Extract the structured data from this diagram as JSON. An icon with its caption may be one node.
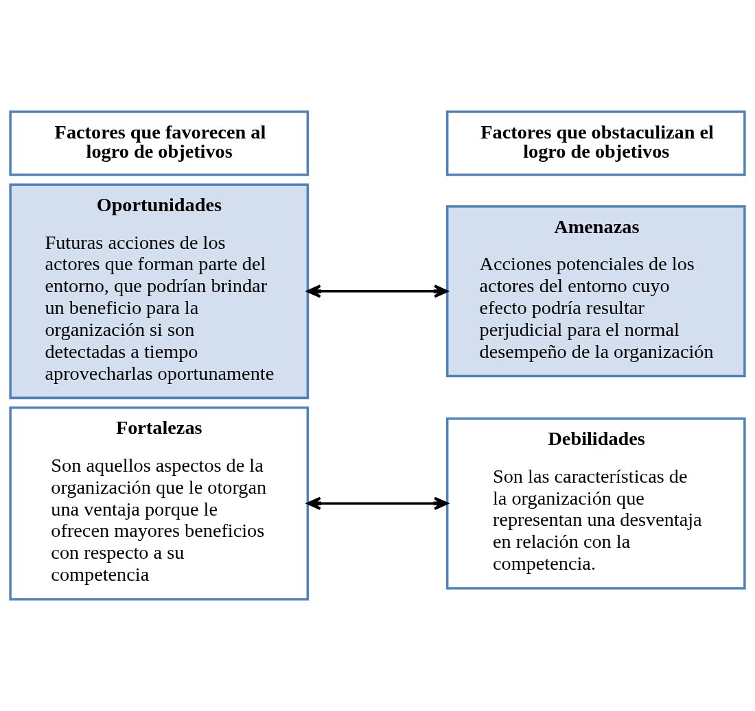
{
  "diagram": {
    "nodes": [
      {
        "text": [
          "Factores que favorecen al logro de objetivos"
        ]
      },
      {
        "text": [
          "Oportunidades",
          "Futuras acciones de los actores que forman parte del entorno, que podrían brindar un beneficio para la organización si son detectadas a tiempo aprovecharlas oportunamente"
        ]
      },
      {
        "text": [
          "Fortalezas",
          "Son aquellos aspectos de la organización que le otorgan una ventaja porque le ofrecen mayores beneficios con respecto a su competencia"
        ]
      },
      {
        "text": [
          "Factores que obstaculizan el logro de objetivos"
        ]
      },
      {
        "text": [
          "Amenazas",
          "Acciones potenciales de los actores del entorno cuyo efecto podría resultar perjudicial para el normal desempeño de la organización"
        ]
      },
      {
        "text": [
          "Debilidades",
          "Son las características de la organización que representan una desventaja en relación con la competencia."
        ]
      }
    ],
    "edges": [
      {
        "from": 1,
        "to": 4,
        "arrow": "both"
      },
      {
        "from": 2,
        "to": 5,
        "arrow": "both"
      }
    ]
  }
}
